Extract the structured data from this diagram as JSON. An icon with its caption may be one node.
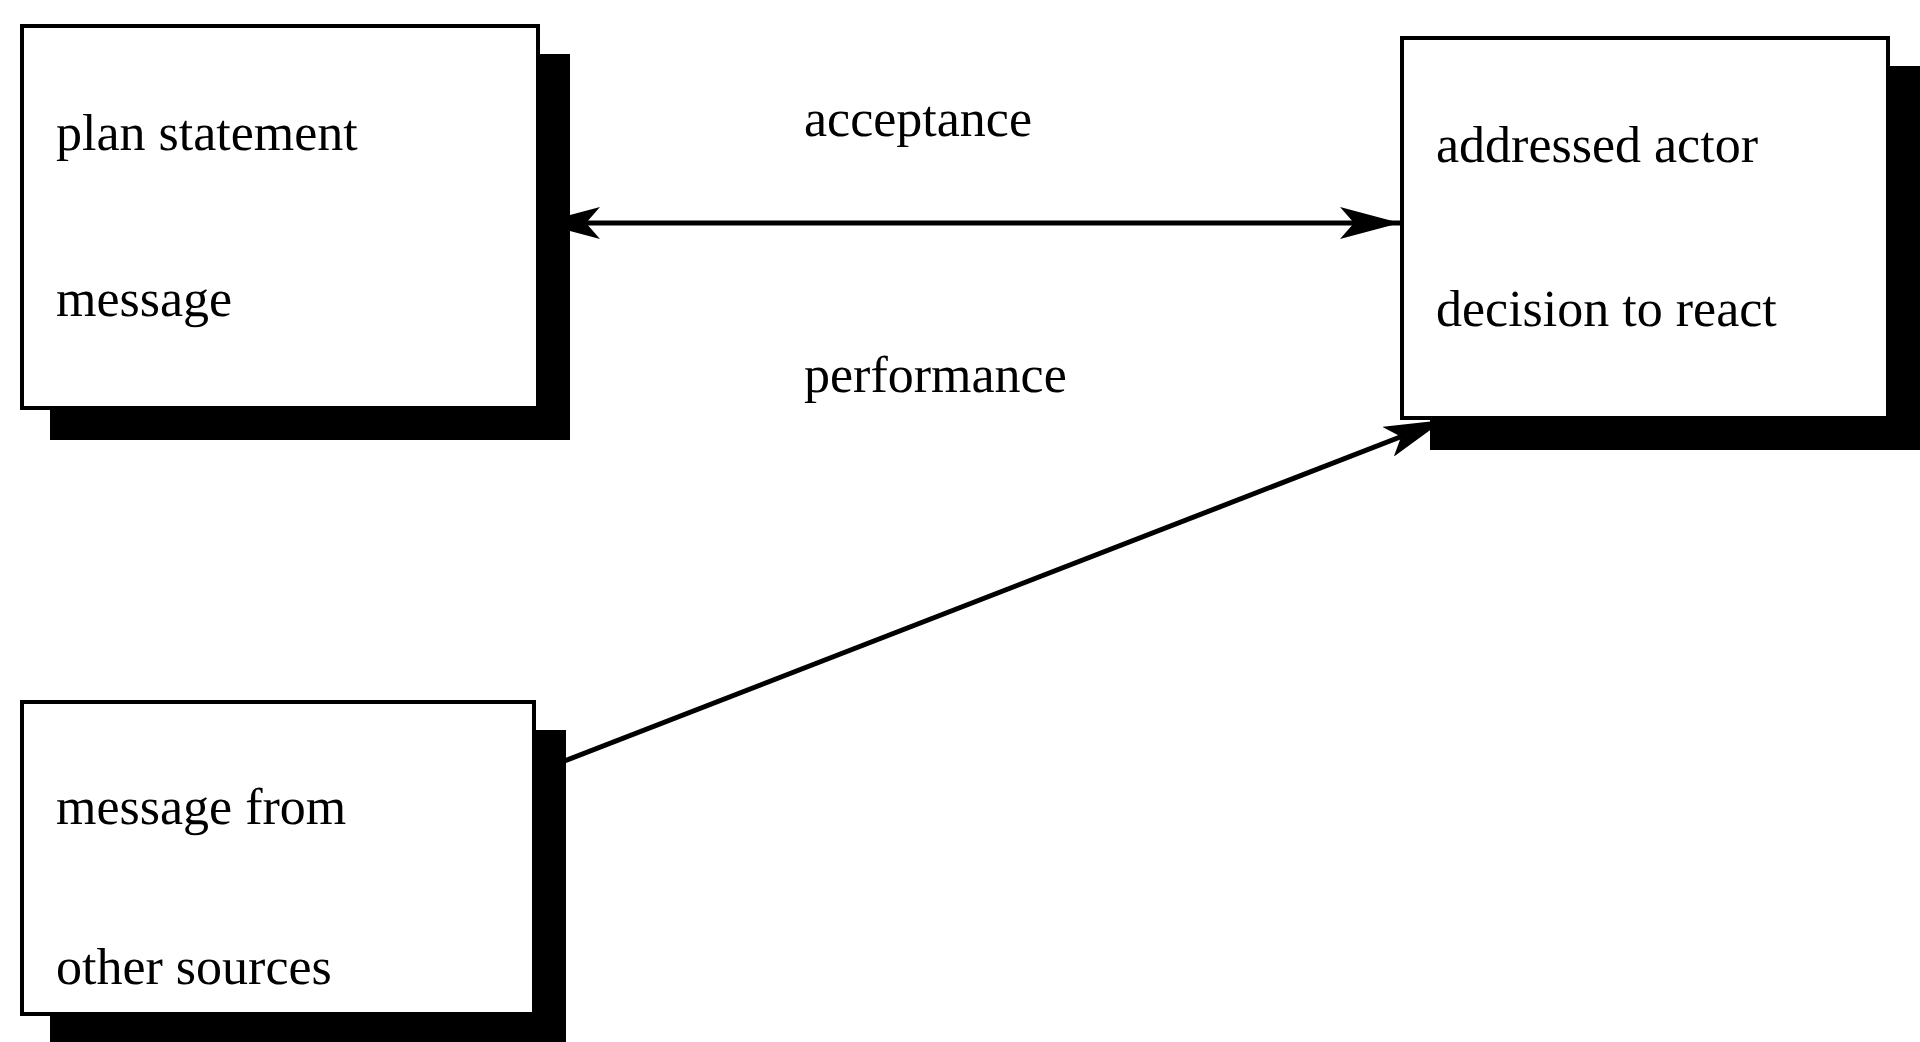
{
  "diagram": {
    "nodes": [
      {
        "text": [
          "plan statement",
          "message"
        ]
      },
      {
        "text": [
          "addressed actor",
          "decision to react"
        ]
      },
      {
        "text": [
          "message from other sources"
        ]
      }
    ],
    "edges": [
      {
        "from": 0,
        "to": 1,
        "arrow": "both",
        "label": "acceptance"
      },
      {
        "from": 2,
        "to": 1,
        "arrow": "to"
      }
    ],
    "labels": [
      "performance"
    ]
  }
}
